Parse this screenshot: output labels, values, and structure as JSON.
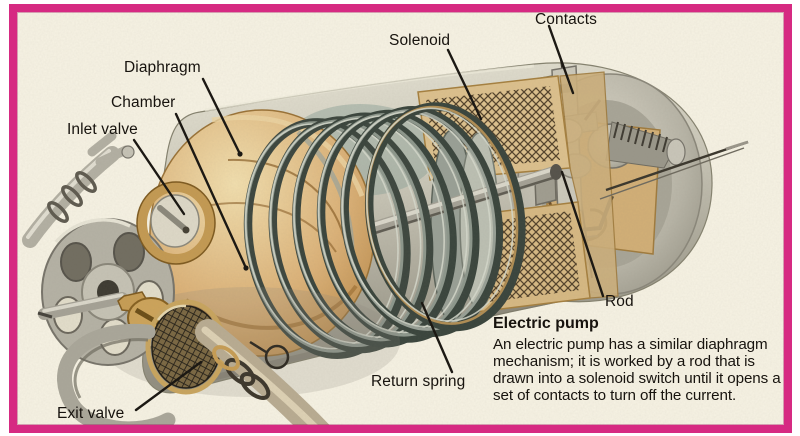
{
  "labels": {
    "contacts": "Contacts",
    "solenoid": "Solenoid",
    "diaphragm": "Diaphragm",
    "chamber": "Chamber",
    "inlet_valve": "Inlet valve",
    "exit_valve": "Exit valve",
    "return_spring": "Return spring",
    "rod": "Rod"
  },
  "caption": {
    "title": "Electric pump",
    "body": "An electric pump has a similar diaphragm mechanism; it is worked by a rod that is drawn into a solenoid switch until it opens a set of contacts to turn off the current."
  },
  "palette": {
    "border_pink": "#d62a82",
    "outer_margin": "#ffffff",
    "canvas_cream": "#f7f3e4",
    "body_grey": "#b8b5a8",
    "brass_tan": "#d9ae74",
    "brass_dark": "#8a5f28",
    "spring_steel": "#3c463e",
    "line_black": "#17140f"
  }
}
